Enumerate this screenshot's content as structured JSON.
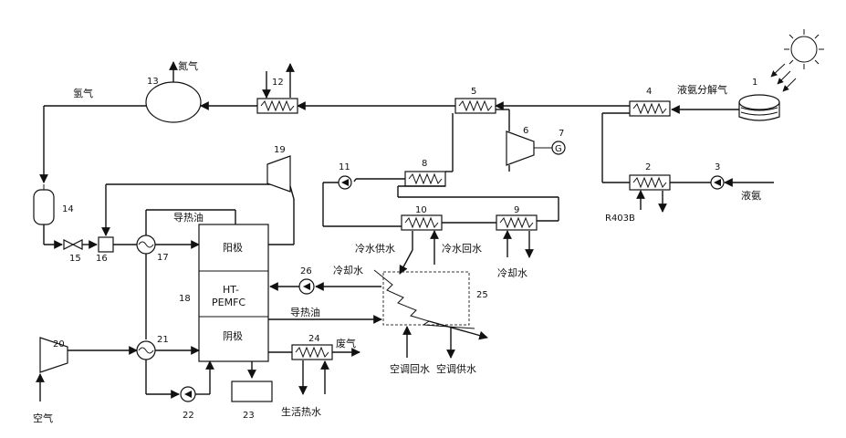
{
  "labels": {
    "n1": "1",
    "n2": "2",
    "n3": "3",
    "n4": "4",
    "n5": "5",
    "n6": "6",
    "n7": "7",
    "n8": "8",
    "n9": "9",
    "n10": "10",
    "n11": "11",
    "n12": "12",
    "n13": "13",
    "n14": "14",
    "n15": "15",
    "n16": "16",
    "n17": "17",
    "n18": "18",
    "n19": "19",
    "n20": "20",
    "n21": "21",
    "n22": "22",
    "n23": "23",
    "n24": "24",
    "n25": "25",
    "n26": "26",
    "liquid_ammonia": "液氨",
    "ammonia_decomp_gas": "液氨分解气",
    "r403b": "R403B",
    "nitrogen": "氮气",
    "hydrogen": "氢气",
    "heat_oil_top": "导热油",
    "heat_oil_bottom": "导热油",
    "anode": "阳极",
    "cathode": "阴极",
    "ht_line1": "HT-",
    "ht_line2": "PEMFC",
    "chilled_supply": "冷水供水",
    "chilled_return": "冷水回水",
    "cooling_water": "冷却水",
    "coolant": "冷却水",
    "ac_return": "空调回水",
    "ac_supply": "空调供水",
    "exhaust": "废气",
    "air": "空气",
    "domestic_hot_water": "生活热水",
    "generator_symbol": "G"
  }
}
